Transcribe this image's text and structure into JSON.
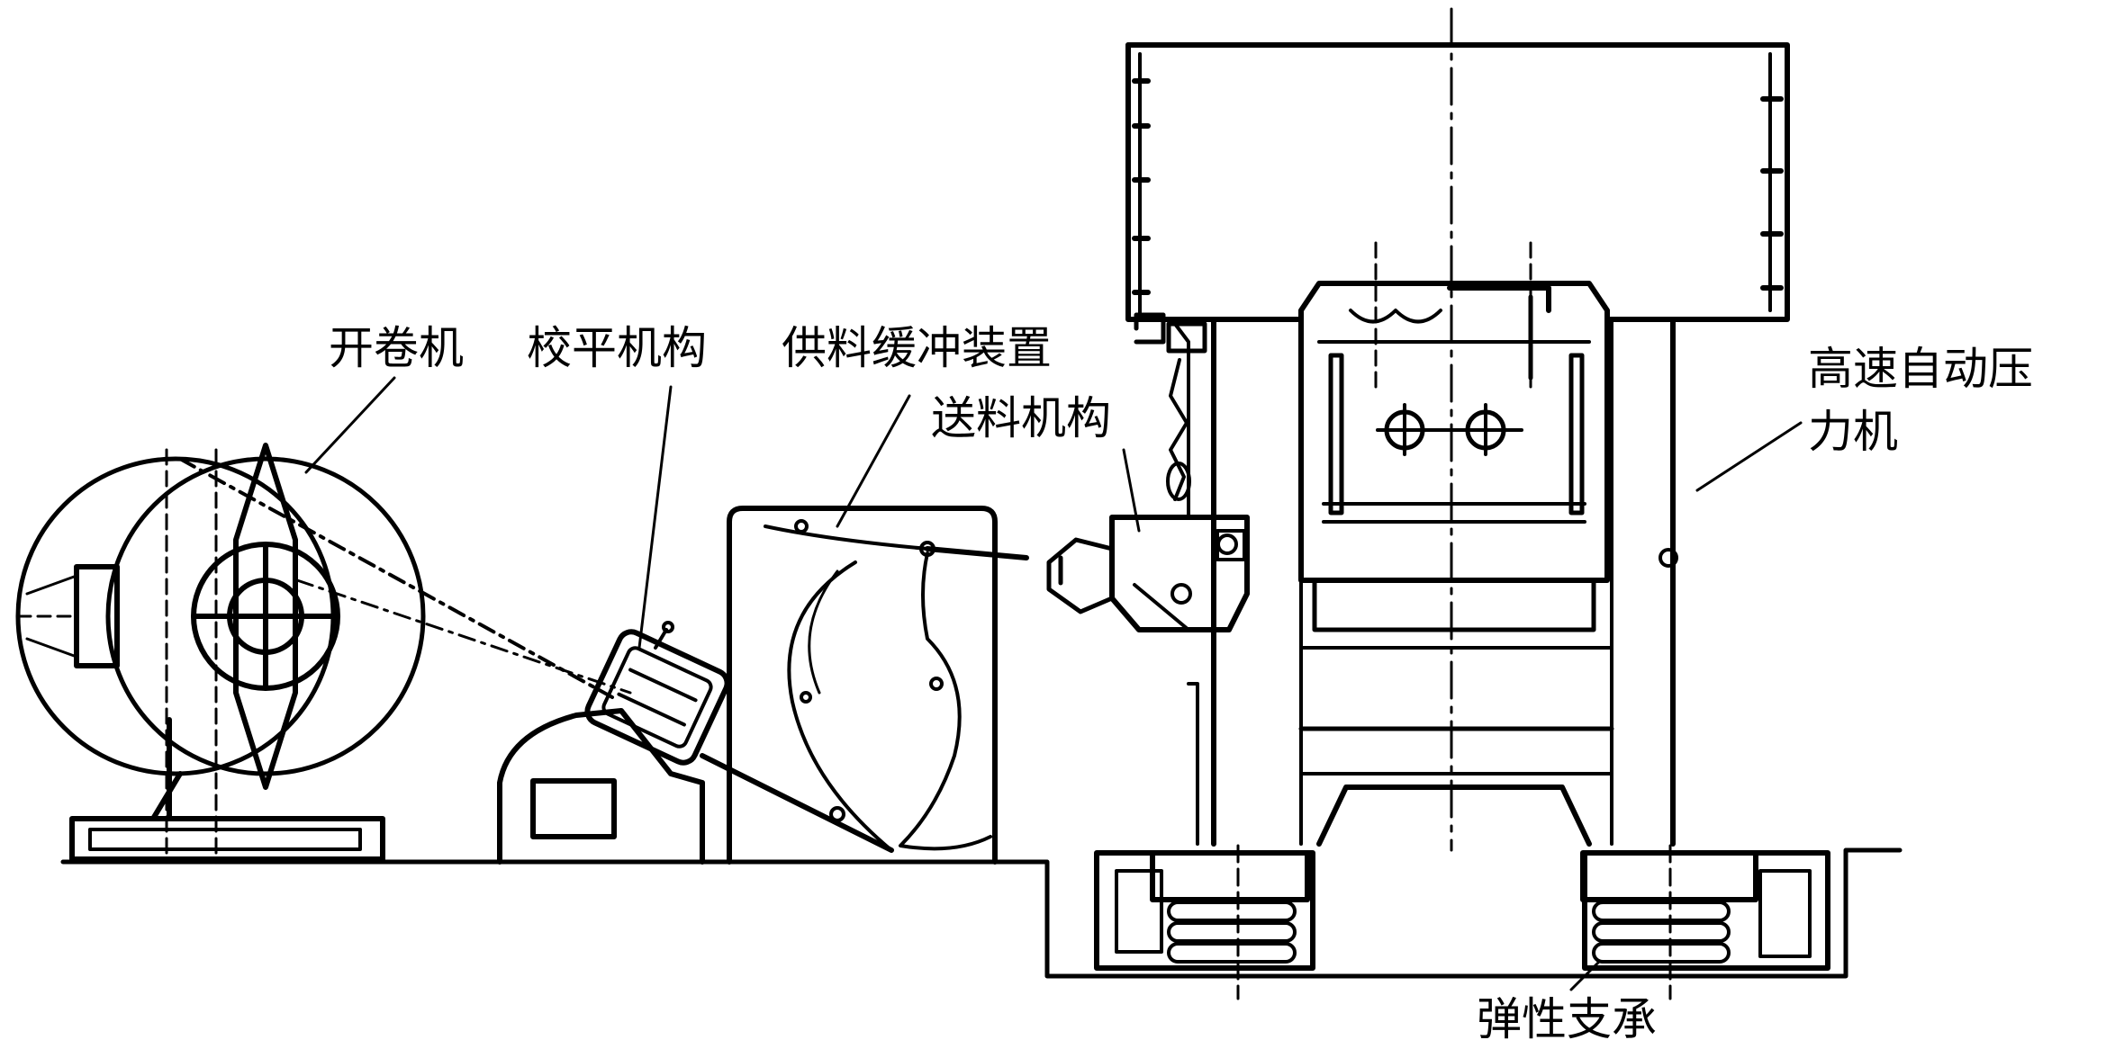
{
  "labels": {
    "uncoiler": "开卷机",
    "leveler": "校平机构",
    "loop_buffer": "供料缓冲装置",
    "feeder": "送料机构",
    "press_line1": "高速自动压",
    "press_line2": "力机",
    "elastic_mount": "弹性支承"
  }
}
